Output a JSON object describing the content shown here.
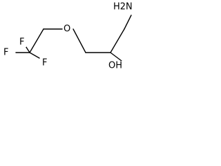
{
  "molecule": {
    "atoms": {
      "f_top": "F",
      "f_left": "F",
      "f_bottom": "F",
      "o_ether": "O",
      "oh": "OH",
      "nh2": "H2N"
    }
  }
}
